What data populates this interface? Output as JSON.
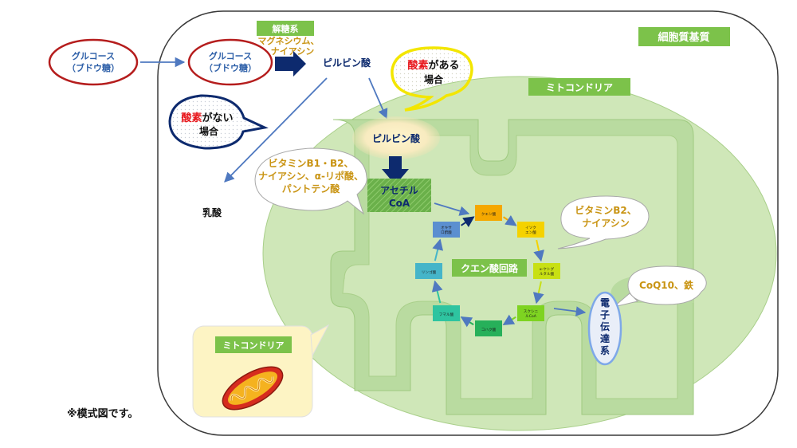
{
  "glucose_outside": {
    "line1": "グルコース",
    "line2": "（ブドウ糖）"
  },
  "glucose_inside": {
    "line1": "グルコース",
    "line2": "（ブドウ糖）"
  },
  "glycolysis": {
    "label": "解糖系",
    "cofactor1": "マグネシウム、",
    "cofactor2": "ナイアシン"
  },
  "pyruvate_cytoplasm": "ピルビン酸",
  "cytoplasm_label": "細胞質基質",
  "mitochondria_label": "ミトコンドリア",
  "oxygen_present": {
    "word": "酸素",
    "rest": "がある",
    "line2": "場合"
  },
  "oxygen_absent": {
    "word": "酸素",
    "rest": "がない",
    "line2": "場合"
  },
  "lactic_acid": "乳酸",
  "pyruvate_mito": "ピルビン酸",
  "vitamins_b": {
    "line1": "ビタミンB1・B2、",
    "line2": "ナイアシン、α-リポ酸、",
    "line3": "パントテン酸"
  },
  "acetyl_coa": {
    "line1": "アセチル",
    "line2": "CoA"
  },
  "citric_cycle_label": "クエン酸回路",
  "cycle_nodes": [
    {
      "label": "クエン酸",
      "color": "#f5a800"
    },
    {
      "label": "イソクエン酸",
      "color": "#f5d200"
    },
    {
      "label": "α-ケトグルタル酸",
      "color": "#c8e014"
    },
    {
      "label": "スクシニルCoA",
      "color": "#7ed321"
    },
    {
      "label": "コハク酸",
      "color": "#27b05a"
    },
    {
      "label": "フマル酸",
      "color": "#2ec4a0"
    },
    {
      "label": "リンゴ酸",
      "color": "#45b5c9"
    },
    {
      "label": "オキサロ酢酸",
      "color": "#5b8fd0"
    }
  ],
  "vitamin_b2": {
    "line1": "ビタミンB2、",
    "line2": "ナイアシン"
  },
  "coq10": "CoQ10、鉄",
  "electron_chain": [
    "電",
    "子",
    "伝",
    "達",
    "系"
  ],
  "inset_label": "ミトコンドリア",
  "footnote": "※模式図です。",
  "colors": {
    "cell_border": "#3a3a3a",
    "mito_fill": "#cfe7b8",
    "mito_inner": "#b7d99c",
    "label_green": "#7cc24a",
    "arrow_blue": "#4f79c0",
    "navy": "#0d2a6e",
    "red_ring": "#b51d1d",
    "oxygen_red": "#e8161b",
    "bubble_yellow": "#f3e600",
    "cofactor_gold": "#c99413",
    "acetyl_green": "#6ab04a",
    "inset_fill": "#fdf4c4"
  }
}
